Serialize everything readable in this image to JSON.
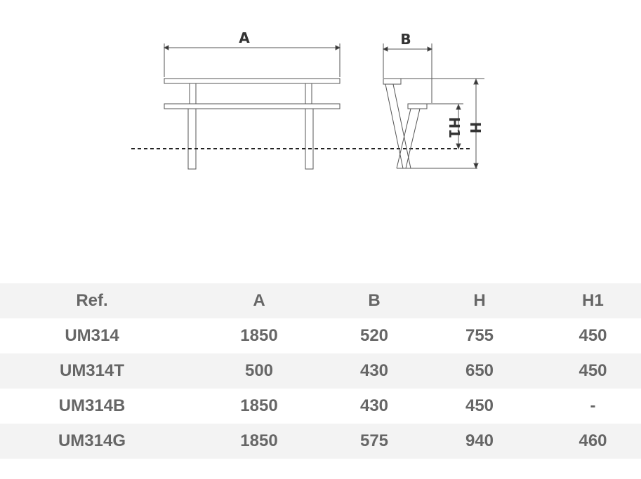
{
  "drawing": {
    "label_a": "A",
    "label_b": "B",
    "label_h": "H",
    "label_h1": "H1"
  },
  "table": {
    "headers": [
      "Ref.",
      "A",
      "B",
      "H",
      "H1"
    ],
    "rows": [
      [
        "UM314",
        "1850",
        "520",
        "755",
        "450"
      ],
      [
        "UM314T",
        "500",
        "430",
        "650",
        "450"
      ],
      [
        "UM314B",
        "1850",
        "430",
        "450",
        "-"
      ],
      [
        "UM314G",
        "1850",
        "575",
        "940",
        "460"
      ]
    ]
  }
}
